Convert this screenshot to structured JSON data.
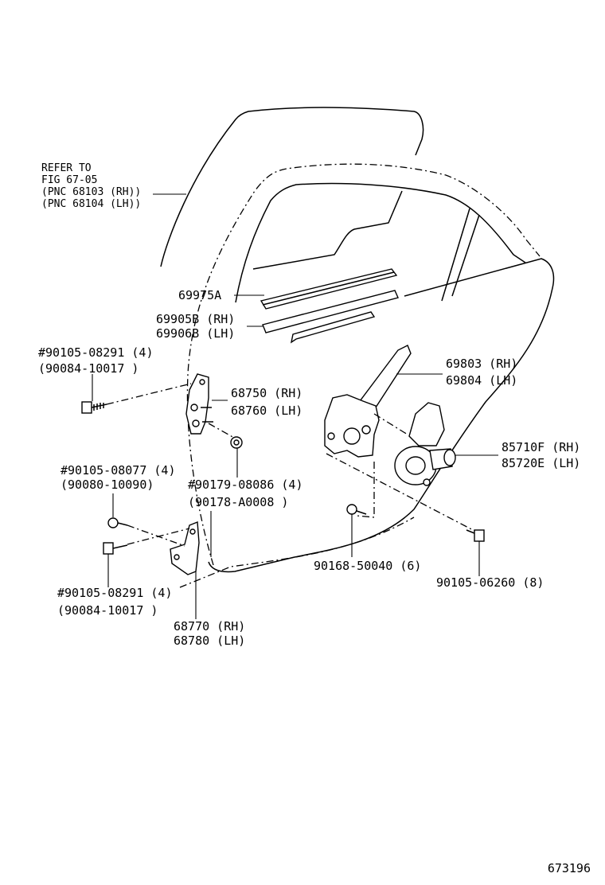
{
  "reference": {
    "line1": "REFER TO",
    "line2": "FIG 67-05",
    "line3": "(PNC 68103 (RH))",
    "line4": "(PNC 68104 (LH))"
  },
  "labels": {
    "p69975a": "69975A",
    "p69905b": "69905B (RH)",
    "p69906b": "69906B (LH)",
    "bolt1_a": "#90105-08291 (4)",
    "bolt1_b": "(90084-10017 )",
    "p68750": "68750 (RH)",
    "p68760": "68760 (LH)",
    "p69803": "69803 (RH)",
    "p69804": "69804 (LH)",
    "p85710f": "85710F (RH)",
    "p85720e": "85720E (LH)",
    "bolt2_a": "#90105-08077 (4)",
    "bolt2_b": "(90080-10090)",
    "nut_a": "#90179-08086 (4)",
    "nut_b": "(90178-A0008 )",
    "bolt3": "90168-50040 (6)",
    "bolt4": "90105-06260 (8)",
    "bolt5_a": "#90105-08291 (4)",
    "bolt5_b": "(90084-10017 )",
    "p68770": "68770 (RH)",
    "p68780": "68780 (LH)"
  },
  "figure_number": "673196"
}
